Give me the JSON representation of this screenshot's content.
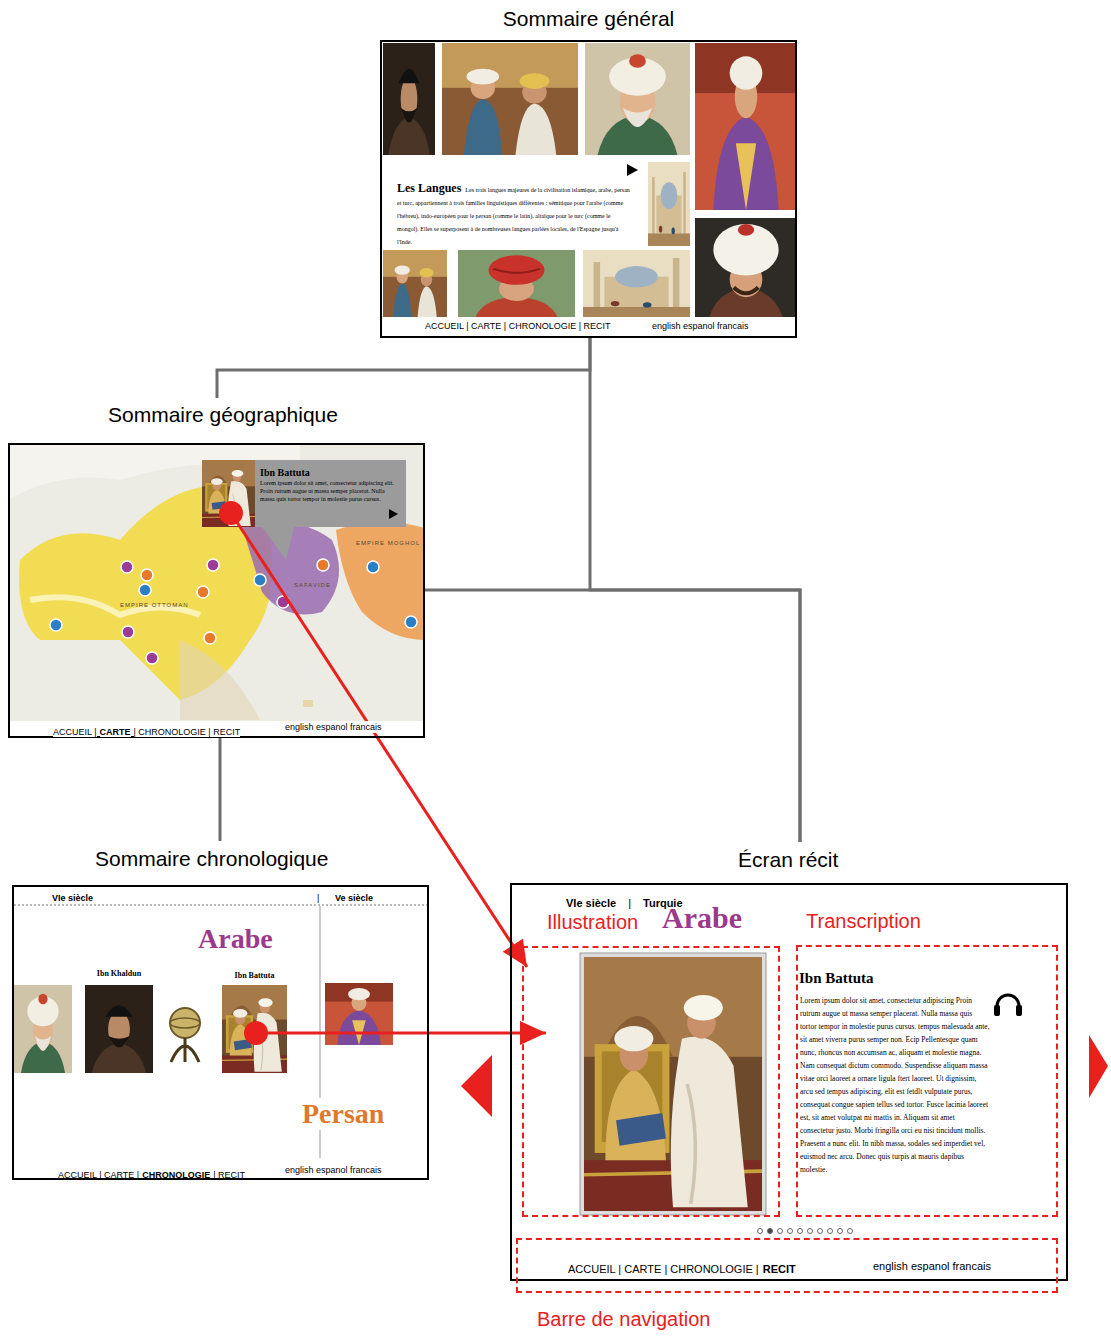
{
  "diagram": {
    "nodes": [
      {
        "text": [
          "Sommaire général",
          "ACCUEIL | CARTE | CHRONOLOGIE | RECIT",
          "english espanol francais"
        ]
      },
      {
        "text": [
          "Les Langues",
          "Les trois langues majeures de la civilisation islamique, arabe, persan et turc, appartiennent à trois familles linguistiques différentes : sémitique pour l'arabe (comme l'hébreu), indo-européen pour le persan (comme le latin), altaïque pour le turc (comme le mongol). Elles se superposent à de nombreuses langues parlées locales, de l'Espagne jusqu'à l'Inde."
        ],
        "in": 0
      },
      {
        "text": [
          "Sommaire géographique",
          "ACCUEIL |",
          "CARTE",
          "| CHRONOLOGIE | RECIT",
          "english espanol francais"
        ]
      },
      {
        "text": [
          "Ibn Battuta",
          "Lorem ipsum dolor sit amet, consectetur adipiscing elit. Proin rutrum augue ut massa semper placerat. Nulla massa quis tortor tempor in molestie purus cursus."
        ],
        "in": 2
      },
      {
        "text": [
          "Sommaire chronologique",
          "VIe siècle",
          "|",
          "Ve siècle",
          "Arabe",
          "Persan",
          "ACCUEIL | CARTE |",
          "CHRONOLOGIE",
          "| RECIT",
          "english espanol francais"
        ]
      },
      {
        "text": [
          "Ibn Khaldun"
        ],
        "in": 4
      },
      {
        "text": [
          "Ibn Battuta"
        ],
        "in": 4
      },
      {
        "text": [
          "Écran récit",
          "VIe siècle",
          "|",
          "Turquie",
          "Arabe"
        ]
      },
      {
        "text": [
          "Illustration"
        ],
        "in": 7
      },
      {
        "text": [
          "Transcription",
          "Ibn Battuta",
          "Lorem ipsum dolor sit amet, consectetur adipiscing Proin rutrum augue ut massa semper placerat. Nulla massa quis tortor tempor in molestie purus cursus. tempus malesuada ante, sit amet viverra purus semper non. Ecip Pellentesque quam nunc, rhoncus non accumsan ac, aliquam et molestie magna. Nam consequat dictum commodo. Suspendisse aliquam massa vitae orci laoreet a ornare ligula ftert laoreet. Ut dignissim, arcu sed tempus adipiscing, elit est fetdlt vulputate purus, consequat congue sapien tellus sed tortor. Fusce lacinia laoreet est, sit amet volutpat mi mattis in. Aliquam sit amet consectetur justo. Morbi fringilla orci eu nisi tincidunt mollis. Praesent a nunc elit. In nibh massa, sodales sed imperdiet vel, euismod nec arcu. Donec quis turpis at mauris dapibus molestie."
        ],
        "in": 7
      },
      {
        "text": [
          "Barre de navigation",
          "ACCUEIL | CARTE | CHRONOLOGIE |",
          "RECIT",
          "english espanol francais"
        ],
        "in": 7
      }
    ],
    "edges": [
      {
        "from": 0,
        "to": 2,
        "arrow": "none"
      },
      {
        "from": 0,
        "to": 7,
        "arrow": "none"
      },
      {
        "from": 2,
        "to": 7,
        "arrow": "none"
      },
      {
        "from": 2,
        "to": 4,
        "arrow": "none"
      },
      {
        "from": 3,
        "to": 8,
        "arrow": "to"
      },
      {
        "from": 6,
        "to": 8,
        "arrow": "to"
      }
    ],
    "labels": [
      "EMPIRE OTTOMAN",
      "SAFAVIDE",
      "EMPIRE MOGHOL"
    ]
  }
}
